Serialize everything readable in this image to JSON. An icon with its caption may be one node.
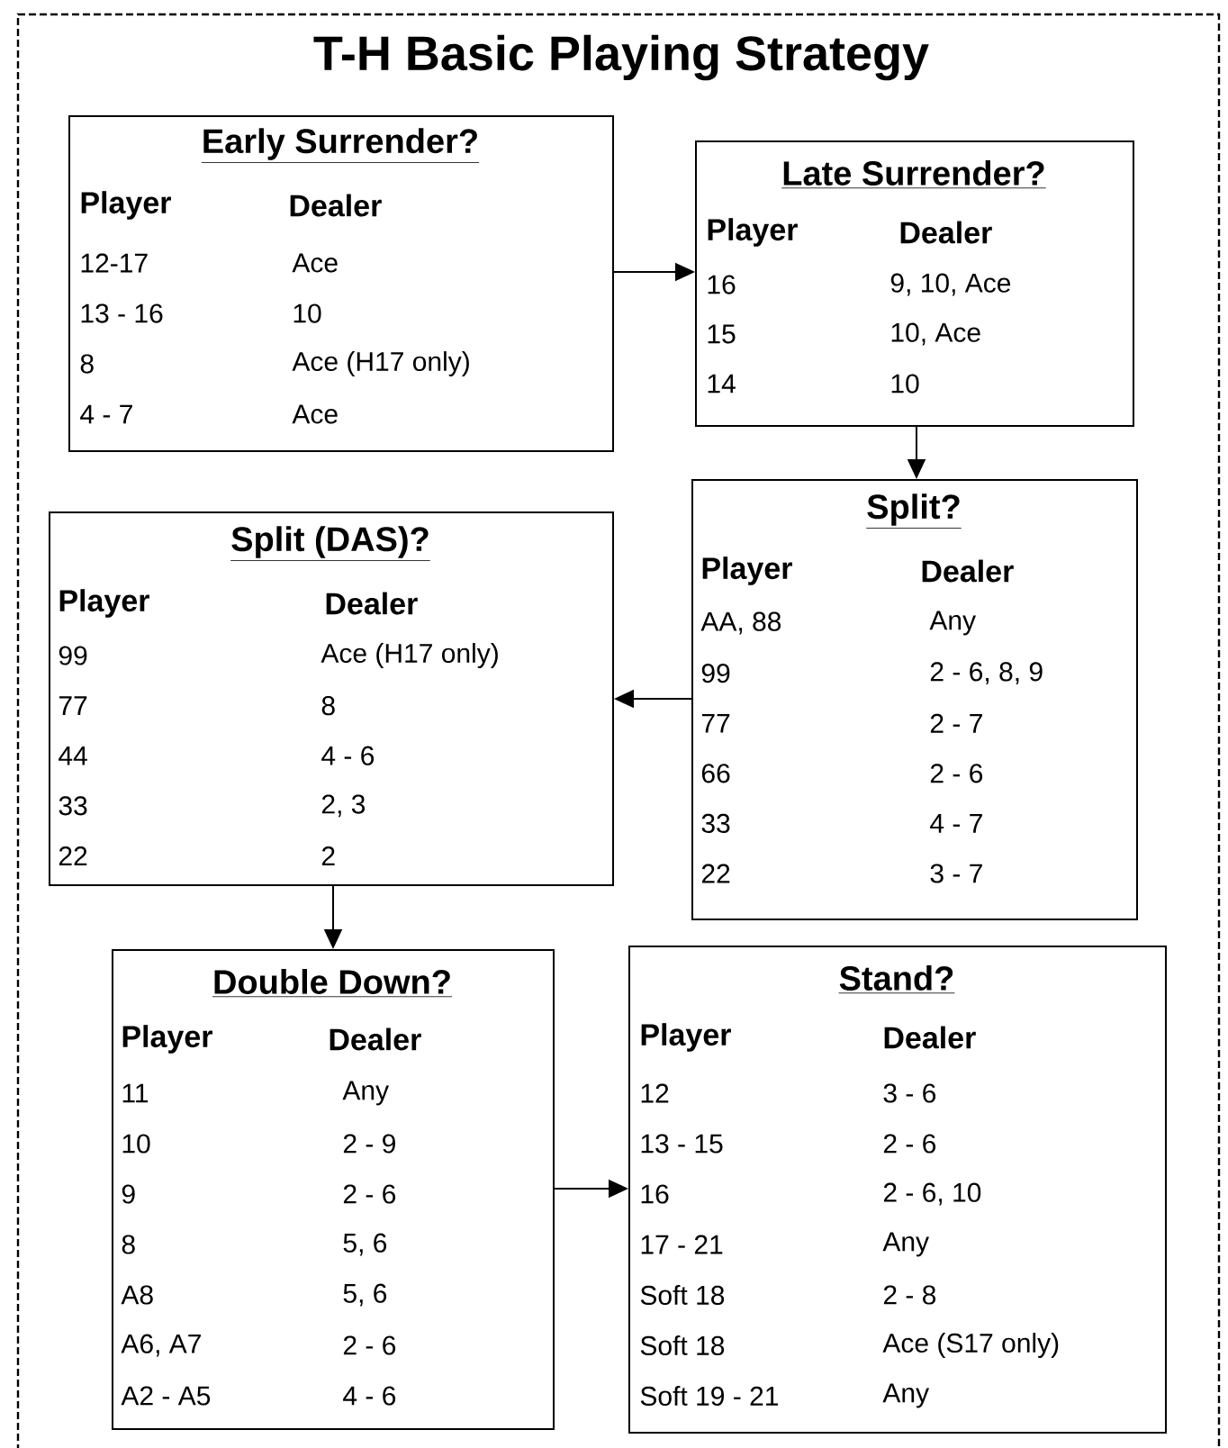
{
  "diagram": {
    "title": "T-H Basic Playing Strategy",
    "nodes": [
      {
        "text": [
          "Early Surrender?",
          "Player",
          "Dealer",
          "12-17",
          "Ace",
          "13 - 16",
          "10",
          "8",
          "Ace (H17 only)",
          "4 - 7",
          "Ace"
        ]
      },
      {
        "text": [
          "Late Surrender?",
          "Player",
          "Dealer",
          "16",
          "9, 10, Ace",
          "15",
          "10, Ace",
          "14",
          "10"
        ]
      },
      {
        "text": [
          "Split?",
          "Player",
          "Dealer",
          "AA, 88",
          "Any",
          "99",
          "2 - 6, 8, 9",
          "77",
          "2 - 7",
          "66",
          "2 - 6",
          "33",
          "4 - 7",
          "22",
          "3 - 7"
        ]
      },
      {
        "text": [
          "Split (DAS)?",
          "Player",
          "Dealer",
          "99",
          "Ace (H17 only)",
          "77",
          "8",
          "44",
          "4 - 6",
          "33",
          "2, 3",
          "22",
          "2"
        ]
      },
      {
        "text": [
          "Double Down?",
          "Player",
          "Dealer",
          "11",
          "Any",
          "10",
          "2 - 9",
          "9",
          "2 - 6",
          "8",
          "5, 6",
          "A8",
          "5, 6",
          "A6, A7",
          "2 - 6",
          "A2 - A5",
          "4 - 6"
        ]
      },
      {
        "text": [
          "Stand?",
          "Player",
          "Dealer",
          "12",
          "3 - 6",
          "13 - 15",
          "2 - 6",
          "16",
          "2 - 6, 10",
          "17 - 21",
          "Any",
          "Soft 18",
          "2 - 8",
          "Soft 18",
          "Ace (S17 only)",
          "Soft 19 - 21",
          "Any"
        ]
      }
    ],
    "edges": [
      {
        "from": 0,
        "to": 1,
        "arrow": "to"
      },
      {
        "from": 1,
        "to": 2,
        "arrow": "to"
      },
      {
        "from": 2,
        "to": 3,
        "arrow": "to"
      },
      {
        "from": 3,
        "to": 4,
        "arrow": "to"
      },
      {
        "from": 4,
        "to": 5,
        "arrow": "to"
      }
    ]
  }
}
